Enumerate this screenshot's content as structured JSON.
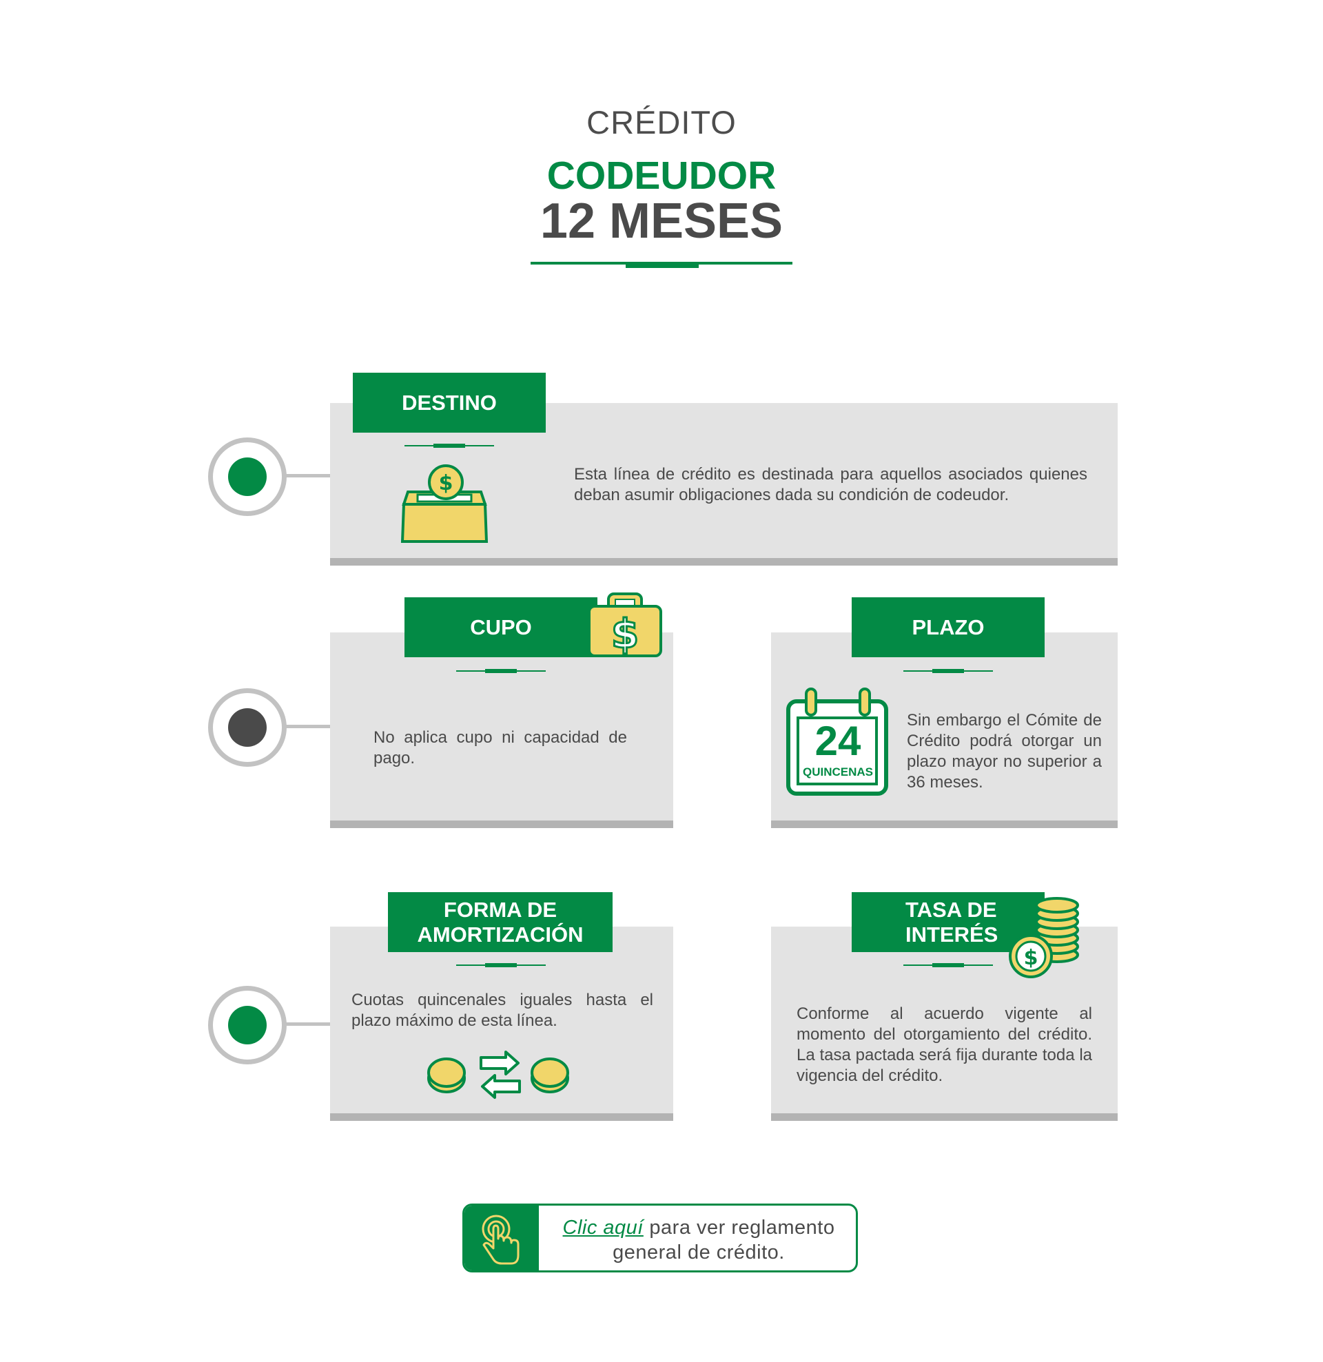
{
  "header": {
    "supertitle": "CRÉDITO",
    "title": "CODEUDOR",
    "subtitle": "12 MESES"
  },
  "cards": {
    "destino": {
      "title": "DESTINO",
      "text": "Esta línea de crédito es destinada para aquellos asociados quienes deban asumir obligaciones dada su condición de codeudor."
    },
    "cupo": {
      "title": "CUPO",
      "text": "No aplica cupo ni capacidad de pago."
    },
    "plazo": {
      "title": "PLAZO",
      "calendar_number": "24",
      "calendar_label": "QUINCENAS",
      "text": "Sin embargo el Cómite de Crédito podrá otorgar un plazo mayor no superior a 36 meses."
    },
    "forma": {
      "title_line1": "FORMA DE",
      "title_line2": "AMORTIZACIÓN",
      "text": "Cuotas quincenales iguales hasta el plazo máximo de esta línea."
    },
    "tasa": {
      "title_line1": "TASA DE",
      "title_line2": "INTERÉS",
      "text": "Conforme al acuerdo vigente al momento del otorgamiento del crédito. La tasa pactada será fija durante toda la vigencia del crédito."
    }
  },
  "cta": {
    "link_text": "Clic aquí",
    "text_after": " para ver reglamento",
    "text_line2": "general de crédito."
  },
  "colors": {
    "green": "#038a45",
    "yellow": "#f1d66a",
    "gray_card": "#e3e3e3",
    "dark_dot": "#4a4a4a"
  },
  "icons": {
    "destino": "money-box-icon",
    "cupo": "money-briefcase-icon",
    "plazo": "calendar-icon",
    "forma": "coins-exchange-icon",
    "tasa": "coin-stack-icon",
    "cta": "tap-hand-icon"
  }
}
